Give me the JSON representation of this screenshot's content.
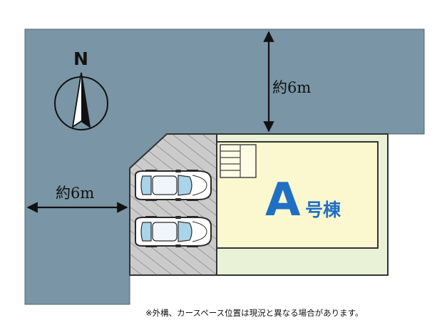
{
  "north": {
    "letter": "N",
    "icon": "north-arrow-icon"
  },
  "dimensions": {
    "top": "約6m",
    "left": "約6m"
  },
  "building": {
    "letter": "A",
    "suffix": "号棟"
  },
  "note": "※外構、カースペース位置は現況と異なる場合があります。",
  "icons": [
    "north-arrow-icon",
    "car-icon",
    "stairs-icon"
  ],
  "colors": {
    "road": "#7a95a5",
    "house": "#fbf8cf",
    "yard": "#e9f2d7",
    "parking": "#c8c8c8",
    "outline": "#333333",
    "accent": "#1f6fc4"
  }
}
